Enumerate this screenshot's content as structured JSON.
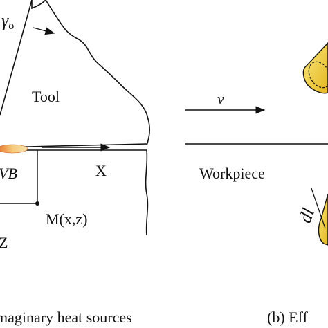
{
  "labels": {
    "gamma_symbol": "γ",
    "gamma_subscript": "o",
    "tool": "Tool",
    "velocity": "v",
    "workpiece": "Workpiece",
    "vb": "VB",
    "x_axis": "X",
    "z_axis": "Z",
    "point_m": "M(x,z)",
    "dl": "dl",
    "caption_a": "maginary heat sources",
    "caption_b": "(b) Eff"
  },
  "colors": {
    "line": "#111111",
    "heat_source_core": "#f7c97a",
    "heat_source_edge": "#e8742a",
    "cone_fill": "#f4d64a",
    "cone_shade": "#e3b71e"
  }
}
